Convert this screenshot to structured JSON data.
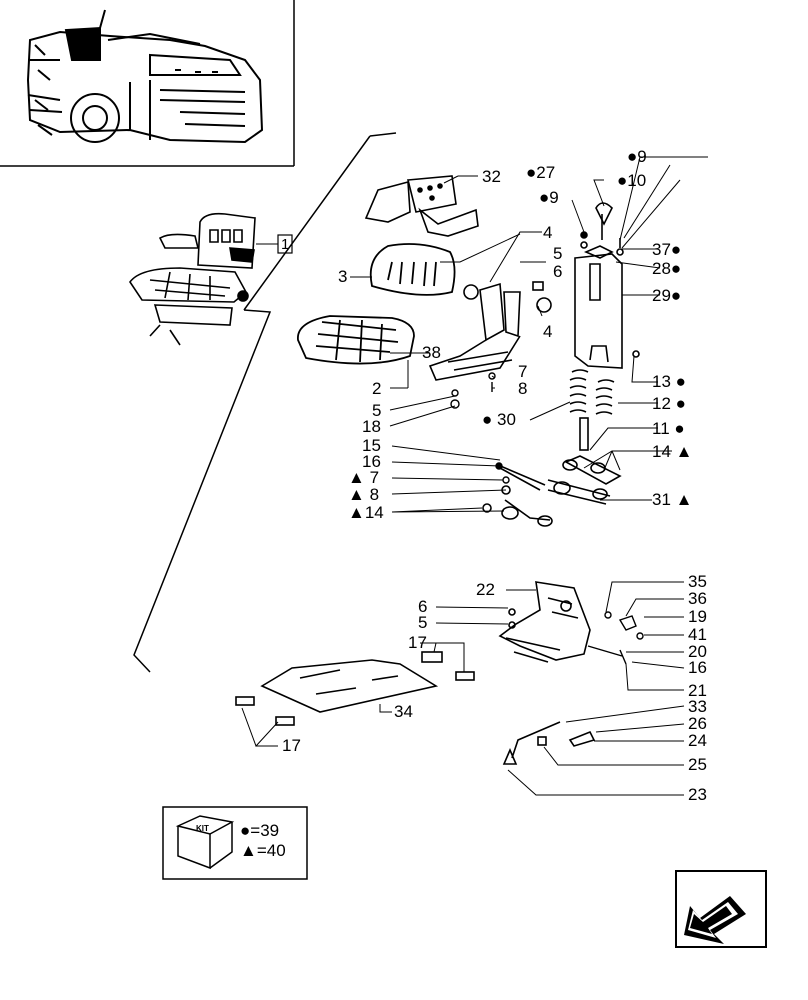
{
  "diagram": {
    "inset_ref": "1",
    "callouts": [
      {
        "id": "c32",
        "text": "32"
      },
      {
        "id": "c27",
        "text": "27",
        "marker": "●"
      },
      {
        "id": "c9a",
        "text": "9",
        "marker": "●"
      },
      {
        "id": "c9b",
        "text": "9",
        "marker": "●"
      },
      {
        "id": "c10",
        "text": "10",
        "marker": "●"
      },
      {
        "id": "c37",
        "text": "37",
        "marker": "●"
      },
      {
        "id": "c28",
        "text": "28",
        "marker": "●"
      },
      {
        "id": "c29",
        "text": "29",
        "marker": "●"
      },
      {
        "id": "c3",
        "text": "3"
      },
      {
        "id": "c4a",
        "text": "4"
      },
      {
        "id": "c5a",
        "text": "5"
      },
      {
        "id": "c6a",
        "text": "6"
      },
      {
        "id": "c4b",
        "text": "4"
      },
      {
        "id": "c38",
        "text": "38"
      },
      {
        "id": "c2",
        "text": "2"
      },
      {
        "id": "c5b",
        "text": "5"
      },
      {
        "id": "c18",
        "text": "18"
      },
      {
        "id": "c7a",
        "text": "7"
      },
      {
        "id": "c8a",
        "text": "8"
      },
      {
        "id": "c30",
        "text": "30",
        "marker": "●"
      },
      {
        "id": "c13",
        "text": "13",
        "marker": "●"
      },
      {
        "id": "c12",
        "text": "12",
        "marker": "●"
      },
      {
        "id": "c11",
        "text": "11",
        "marker": "●"
      },
      {
        "id": "c15",
        "text": "15"
      },
      {
        "id": "c16a",
        "text": "16"
      },
      {
        "id": "c14a",
        "text": "14",
        "marker": "▲"
      },
      {
        "id": "c7b",
        "text": "7",
        "marker": "▲"
      },
      {
        "id": "c8b",
        "text": "8",
        "marker": "▲"
      },
      {
        "id": "c31",
        "text": "31",
        "marker": "▲"
      },
      {
        "id": "c14b",
        "text": "14",
        "marker": "▲"
      },
      {
        "id": "c22",
        "text": "22"
      },
      {
        "id": "c35",
        "text": "35"
      },
      {
        "id": "c36",
        "text": "36"
      },
      {
        "id": "c6b",
        "text": "6"
      },
      {
        "id": "c19",
        "text": "19"
      },
      {
        "id": "c5c",
        "text": "5"
      },
      {
        "id": "c41",
        "text": "41"
      },
      {
        "id": "c17a",
        "text": "17"
      },
      {
        "id": "c20",
        "text": "20"
      },
      {
        "id": "c16b",
        "text": "16"
      },
      {
        "id": "c21",
        "text": "21"
      },
      {
        "id": "c34",
        "text": "34"
      },
      {
        "id": "c33",
        "text": "33"
      },
      {
        "id": "c26",
        "text": "26"
      },
      {
        "id": "c24",
        "text": "24"
      },
      {
        "id": "c17b",
        "text": "17"
      },
      {
        "id": "c25",
        "text": "25"
      },
      {
        "id": "c23",
        "text": "23"
      }
    ],
    "kit": {
      "box_label": "KIT",
      "line1": "●=39",
      "line2": "▲=40"
    }
  },
  "navigation": {
    "icon": "arrow-back-icon"
  }
}
